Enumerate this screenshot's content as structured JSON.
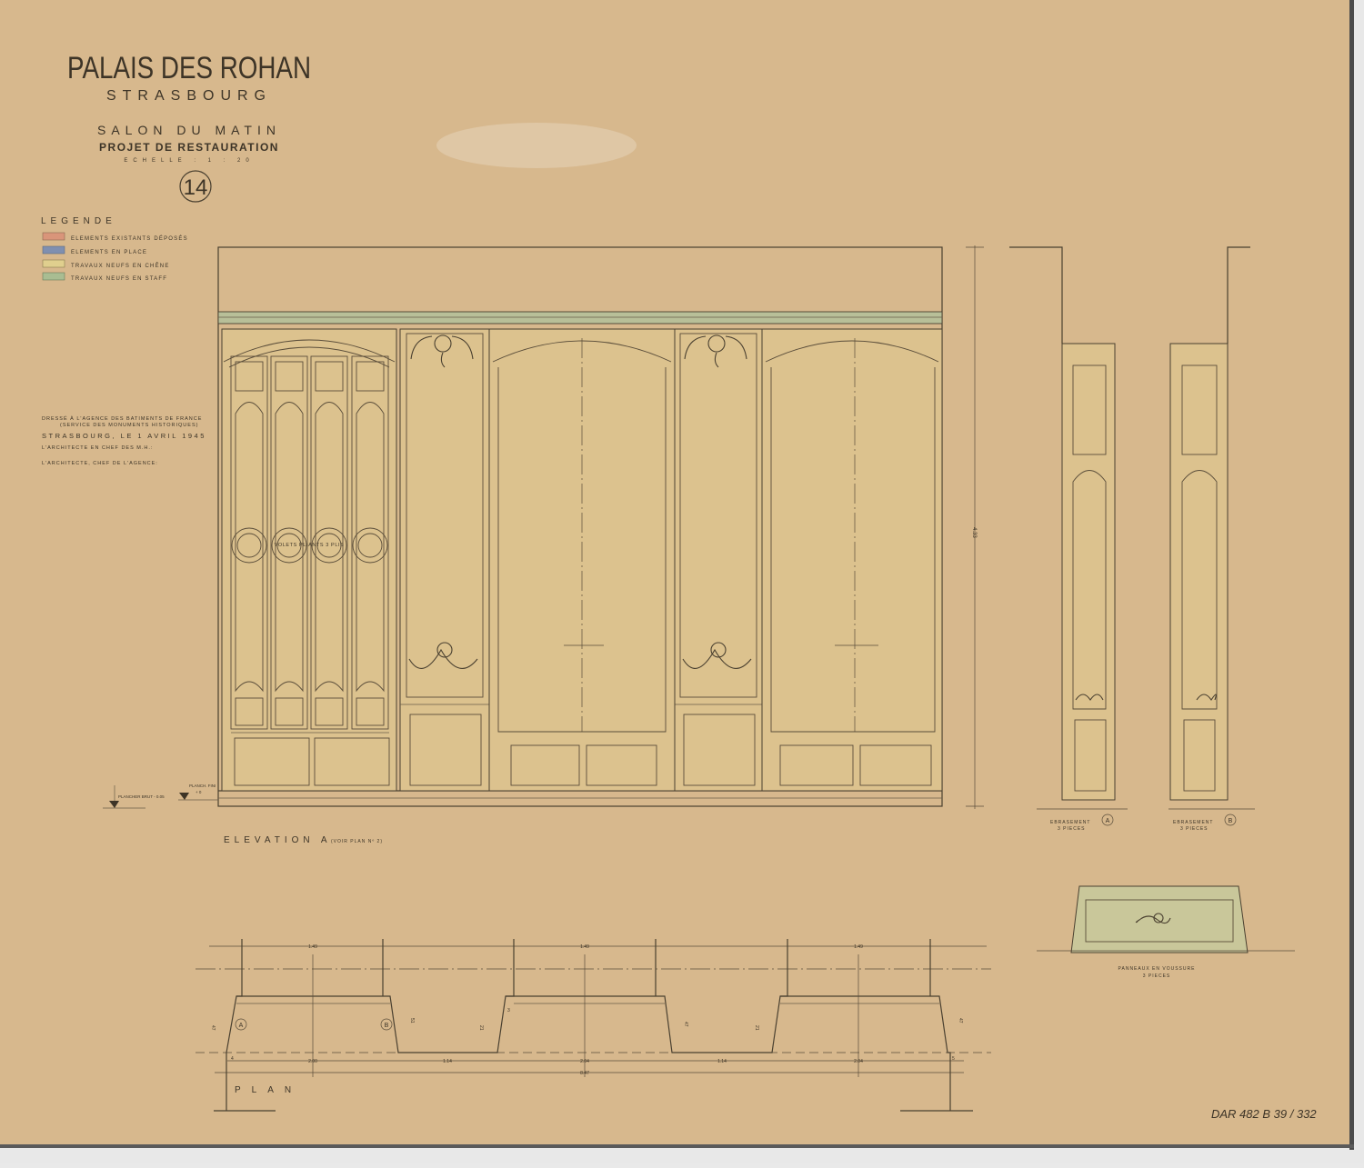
{
  "title": {
    "main": "PALAIS DES ROHAN",
    "city": "STRASBOURG",
    "room": "SALON DU MATIN",
    "project": "PROJET DE RESTAURATION",
    "scale": "ECHELLE : 1 : 20",
    "sheet_number": "14"
  },
  "legend": {
    "heading": "LEGENDE",
    "items": [
      {
        "label": "ELEMENTS EXISTANTS DÉPOSÉS",
        "color": "#d9957a"
      },
      {
        "label": "ELEMENTS EN PLACE",
        "color": "#7f8fb0"
      },
      {
        "label": "TRAVAUX NEUFS EN CHÊNE",
        "color": "#e0cf8e"
      },
      {
        "label": "TRAVAUX NEUFS EN STAFF",
        "color": "#a9bd92"
      }
    ]
  },
  "credits": {
    "line1": "DRESSÉ À L'AGENCE DES BATIMENTS DE FRANCE",
    "line2": "(SERVICE DES MONUMENTS HISTORIQUES)",
    "line3": "STRASBOURG, LE 1 AVRIL 1945",
    "line4": "L'ARCHITECTE EN CHEF DES M.H.:",
    "line5": "L'ARCHITECTE, CHEF DE L'AGENCE:"
  },
  "elevation": {
    "title": "ELEVATION A",
    "ref": "(VOIR PLAN Nº 2)",
    "height_dim": "4.33",
    "shutter_label": "VOLETS PLIANTS 3 PLIS",
    "floor_raw": "PLANCHER BRUT - 0.05",
    "floor_finished": "PLANCH. FINI",
    "floor_finished_value": "+ 0"
  },
  "embrasures": [
    {
      "label": "EBRASEMENT",
      "marker": "A",
      "pieces": "3 PIECES"
    },
    {
      "label": "EBRASEMENT",
      "marker": "B",
      "pieces": "3 PIECES"
    }
  ],
  "soffit": {
    "label": "PANNEAUX EN VOUSSURE",
    "pieces": "3 PIECES"
  },
  "plan": {
    "title": "PLAN",
    "markers": [
      "A",
      "B"
    ],
    "dims": {
      "bay_top": [
        "1.49",
        "1.49",
        "1.49"
      ],
      "bottom": [
        "2.00",
        "1.14",
        "2.04",
        "1.14",
        "2.04"
      ],
      "total": "8.47",
      "ends": [
        "4",
        "5"
      ],
      "depths": [
        "47",
        "51",
        "21",
        "3",
        "47",
        "21",
        "47"
      ]
    }
  },
  "archive_ref": "DAR 482 B 39 / 332",
  "colors": {
    "paper": "#d7b88d",
    "ink": "#4a4030",
    "staff_green": "#a9bd92"
  }
}
